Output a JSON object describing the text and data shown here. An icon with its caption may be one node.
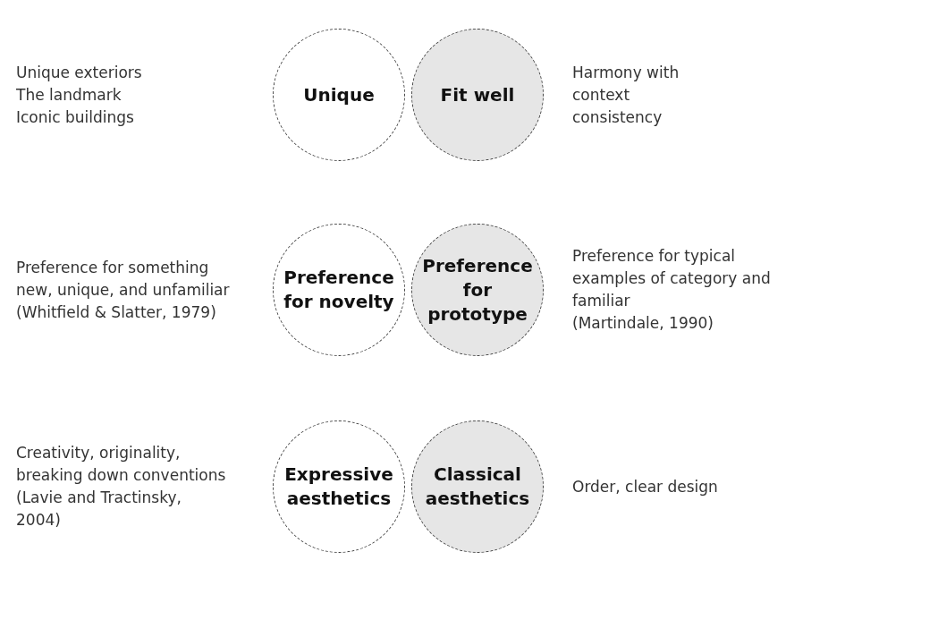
{
  "diagram": {
    "nodes": [
      {
        "text": [
          "Unique"
        ],
        "beside": [
          "Unique exteriors",
          "The landmark",
          "Iconic buildings"
        ]
      },
      {
        "text": [
          "Fit well"
        ],
        "beside": [
          "Harmony with context consistency"
        ]
      },
      {
        "text": [
          "Preference for novelty"
        ],
        "beside": [
          "Preference for something new, unique, and unfamiliar",
          "(Whitfield & Slatter, 1979)"
        ]
      },
      {
        "text": [
          "Preference for prototype"
        ],
        "beside": [
          "Preference for typical examples of category and familiar",
          "(Martindale, 1990)"
        ]
      },
      {
        "text": [
          "Expressive aesthetics"
        ],
        "beside": [
          "Creativity, originality, breaking down conventions",
          "(Lavie and Tractinsky, 2004)"
        ]
      },
      {
        "text": [
          "Classical aesthetics"
        ],
        "beside": [
          "Order, clear design"
        ]
      }
    ],
    "edges": []
  }
}
